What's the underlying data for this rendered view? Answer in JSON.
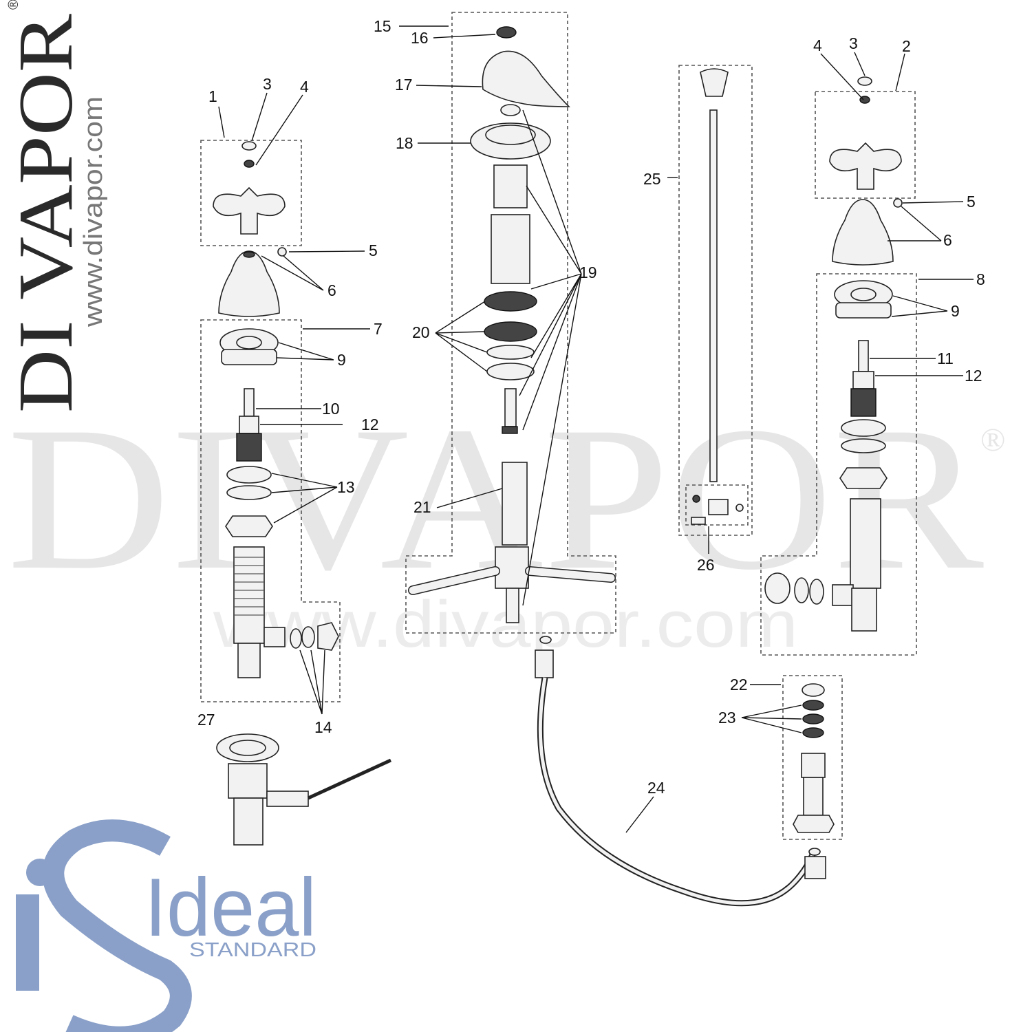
{
  "watermark": {
    "vertical_brand": "DI VAPOR",
    "vertical_registered": "®",
    "vertical_url": "www.divapor.com",
    "big_brand": "DIVAPOR",
    "big_registered": "®",
    "big_url": "www.divapor.com"
  },
  "logo": {
    "word": "Ideal",
    "subword": "STANDARD",
    "color": "#8aa0c8"
  },
  "labels": {
    "left": {
      "p1": "1",
      "p3": "3",
      "p4": "4",
      "p5": "5",
      "p6": "6",
      "p7": "7",
      "p9": "9",
      "p10": "10",
      "p12": "12",
      "p13": "13",
      "p14": "14",
      "p27": "27"
    },
    "center": {
      "p15": "15",
      "p16": "16",
      "p17": "17",
      "p18": "18",
      "p19": "19",
      "p20": "20",
      "p21": "21"
    },
    "rod": {
      "p25": "25",
      "p26": "26"
    },
    "right": {
      "p2": "2",
      "p3": "3",
      "p4": "4",
      "p5": "5",
      "p6": "6",
      "p8": "8",
      "p9": "9",
      "p11": "11",
      "p12": "12"
    },
    "hose": {
      "p22": "22",
      "p23": "23",
      "p24": "24"
    }
  }
}
